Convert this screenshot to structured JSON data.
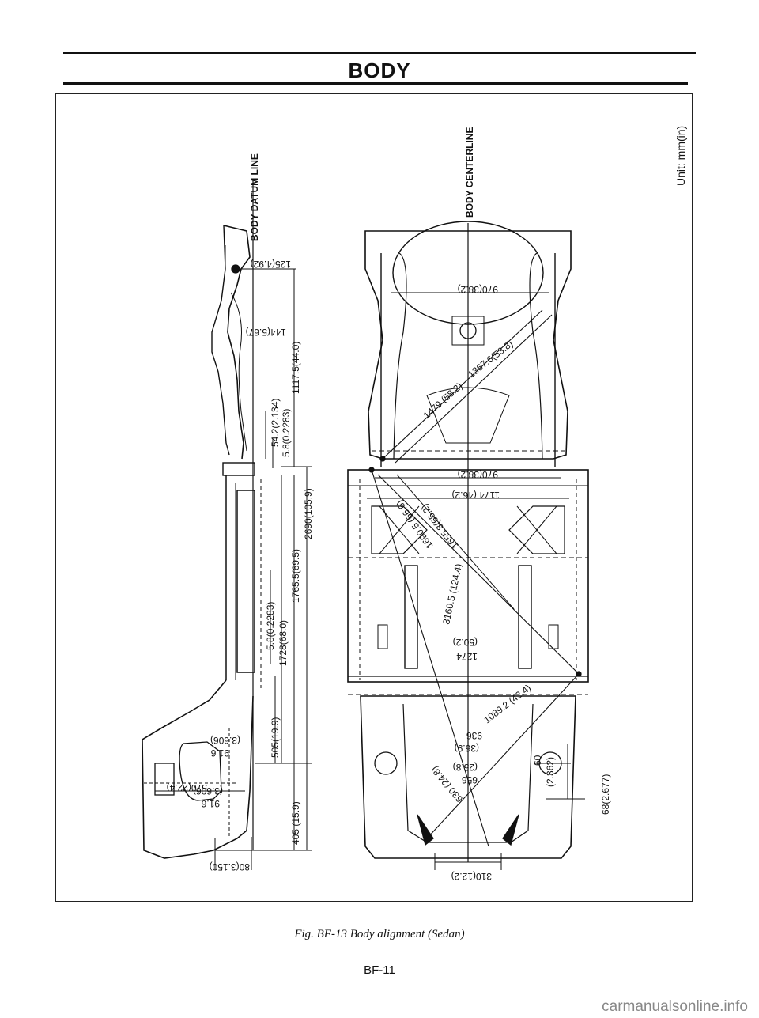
{
  "header": {
    "title": "BODY"
  },
  "unit": "Unit: mm(in)",
  "labels": {
    "datum_line": "BODY DATUM LINE",
    "centerline": "BODY CENTERLINE"
  },
  "side_dims": {
    "d125": "125(4.92)",
    "d144": "144(5.67)",
    "d54": "54.2(2.134)",
    "d58a": "5.8(0.2283)",
    "d1117": "1117.5(44.0)",
    "d2690": "2690(105.9)",
    "d1765": "1765.5(69.5)",
    "d1728": "1728(68.0)",
    "d58b": "5.8(0.2283)",
    "d505": "505(19.9)",
    "d405": "405 (15.9)",
    "d91a": "91.6",
    "d3906a": "(3.606)",
    "d91b": "91.6",
    "d3906b": "(3.606)",
    "d570": "570(22.4)",
    "d80": "80(3.150)"
  },
  "plan_dims": {
    "d970a": "970(38.2)",
    "d1367": "1367.6(53.8)",
    "d1479": "1479 (58.2)",
    "d970b": "970(38.2)",
    "d1174": "1174 (46.2)",
    "d1690": "1690.5 (66.6)",
    "d1658": "1655.8(65.2)",
    "d3160": "3160.5 (124.4)",
    "d1274": "1274",
    "d502": "(50.2)",
    "d1089": "1089.2 (42.4)",
    "d936": "936",
    "d369": "(36.9)",
    "d656": "656",
    "d258": "(25.8)",
    "d630": "630 (24.8)",
    "d60": "60",
    "d2362": "(2.362)",
    "d68": "68(2.677)",
    "d310": "310(12.2)"
  },
  "caption": "Fig. BF-13  Body alignment (Sedan)",
  "page_number": "BF-11",
  "watermark": "carmanualsonline.info"
}
